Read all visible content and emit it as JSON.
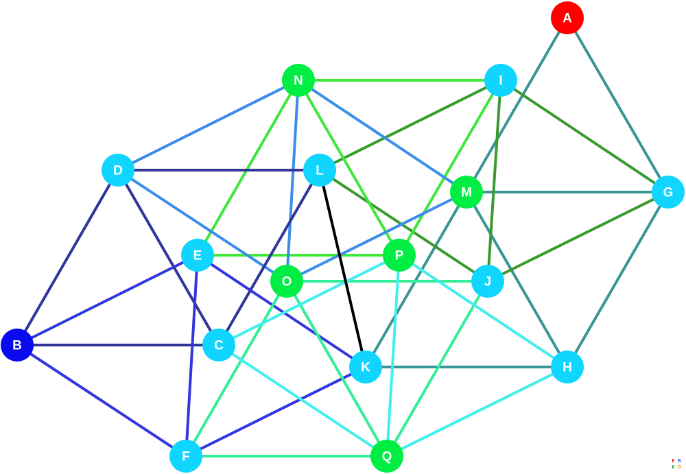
{
  "palette": {
    "node_cyan": "#0fd5ff",
    "node_green": "#00ee44",
    "node_red": "#ff0000",
    "node_blue": "#0a0aee",
    "edge_navy": "#303599",
    "edge_blue": "#3535e0",
    "edge_lightblue": "#3a8de8",
    "edge_teal": "#3a9595",
    "edge_darkgreen": "#3a9a30",
    "edge_green": "#3de83a",
    "edge_mint": "#33ee99",
    "edge_aqua": "#44eeee",
    "edge_black": "#000000"
  },
  "nodes": [
    {
      "id": "A",
      "label": "A",
      "color": "#ff0000"
    },
    {
      "id": "B",
      "label": "B",
      "color": "#0a0aee"
    },
    {
      "id": "C",
      "label": "C",
      "color": "#0fd5ff"
    },
    {
      "id": "D",
      "label": "D",
      "color": "#0fd5ff"
    },
    {
      "id": "E",
      "label": "E",
      "color": "#0fd5ff"
    },
    {
      "id": "F",
      "label": "F",
      "color": "#0fd5ff"
    },
    {
      "id": "G",
      "label": "G",
      "color": "#0fd5ff"
    },
    {
      "id": "H",
      "label": "H",
      "color": "#0fd5ff"
    },
    {
      "id": "I",
      "label": "I",
      "color": "#0fd5ff"
    },
    {
      "id": "J",
      "label": "J",
      "color": "#0fd5ff"
    },
    {
      "id": "K",
      "label": "K",
      "color": "#0fd5ff"
    },
    {
      "id": "L",
      "label": "L",
      "color": "#0fd5ff"
    },
    {
      "id": "M",
      "label": "M",
      "color": "#00ee44"
    },
    {
      "id": "N",
      "label": "N",
      "color": "#00ee44"
    },
    {
      "id": "O",
      "label": "O",
      "color": "#00ee44"
    },
    {
      "id": "P",
      "label": "P",
      "color": "#00ee44"
    },
    {
      "id": "Q",
      "label": "Q",
      "color": "#00ee44"
    }
  ],
  "edges": [
    {
      "from": "A",
      "to": "G",
      "color": "#3a9595"
    },
    {
      "from": "A",
      "to": "K",
      "color": "#3a9595"
    },
    {
      "from": "M",
      "to": "G",
      "color": "#3a9595"
    },
    {
      "from": "M",
      "to": "H",
      "color": "#3a9595"
    },
    {
      "from": "G",
      "to": "H",
      "color": "#3a9595"
    },
    {
      "from": "K",
      "to": "H",
      "color": "#3a9595"
    },
    {
      "from": "I",
      "to": "G",
      "color": "#3a9a30"
    },
    {
      "from": "I",
      "to": "L",
      "color": "#3a9a30"
    },
    {
      "from": "I",
      "to": "J",
      "color": "#3a9a30"
    },
    {
      "from": "L",
      "to": "J",
      "color": "#3a9a30"
    },
    {
      "from": "J",
      "to": "G",
      "color": "#3a9a30"
    },
    {
      "from": "N",
      "to": "I",
      "color": "#3de83a"
    },
    {
      "from": "N",
      "to": "E",
      "color": "#3de83a"
    },
    {
      "from": "N",
      "to": "P",
      "color": "#3de83a"
    },
    {
      "from": "I",
      "to": "P",
      "color": "#3de83a"
    },
    {
      "from": "E",
      "to": "P",
      "color": "#3de83a"
    },
    {
      "from": "N",
      "to": "D",
      "color": "#3a8de8"
    },
    {
      "from": "N",
      "to": "M",
      "color": "#3a8de8"
    },
    {
      "from": "N",
      "to": "O",
      "color": "#3a8de8"
    },
    {
      "from": "D",
      "to": "O",
      "color": "#3a8de8"
    },
    {
      "from": "M",
      "to": "O",
      "color": "#3a8de8"
    },
    {
      "from": "D",
      "to": "L",
      "color": "#303599"
    },
    {
      "from": "D",
      "to": "B",
      "color": "#303599"
    },
    {
      "from": "D",
      "to": "C",
      "color": "#303599"
    },
    {
      "from": "L",
      "to": "C",
      "color": "#303599"
    },
    {
      "from": "B",
      "to": "C",
      "color": "#303599"
    },
    {
      "from": "E",
      "to": "B",
      "color": "#3535e0"
    },
    {
      "from": "E",
      "to": "F",
      "color": "#3535e0"
    },
    {
      "from": "E",
      "to": "K",
      "color": "#3535e0"
    },
    {
      "from": "B",
      "to": "F",
      "color": "#3535e0"
    },
    {
      "from": "F",
      "to": "K",
      "color": "#3535e0"
    },
    {
      "from": "O",
      "to": "J",
      "color": "#33ee99"
    },
    {
      "from": "O",
      "to": "F",
      "color": "#33ee99"
    },
    {
      "from": "O",
      "to": "Q",
      "color": "#33ee99"
    },
    {
      "from": "J",
      "to": "Q",
      "color": "#33ee99"
    },
    {
      "from": "F",
      "to": "Q",
      "color": "#33ee99"
    },
    {
      "from": "P",
      "to": "C",
      "color": "#44eeee"
    },
    {
      "from": "P",
      "to": "H",
      "color": "#44eeee"
    },
    {
      "from": "P",
      "to": "Q",
      "color": "#44eeee"
    },
    {
      "from": "C",
      "to": "Q",
      "color": "#44eeee"
    },
    {
      "from": "H",
      "to": "Q",
      "color": "#44eeee"
    },
    {
      "from": "L",
      "to": "K",
      "color": "#000000"
    }
  ],
  "logo": {
    "cells": [
      "E",
      "R",
      "K",
      "D"
    ],
    "colors": [
      "#e02020",
      "#2050e0",
      "#20a040",
      "#e0a000"
    ]
  }
}
